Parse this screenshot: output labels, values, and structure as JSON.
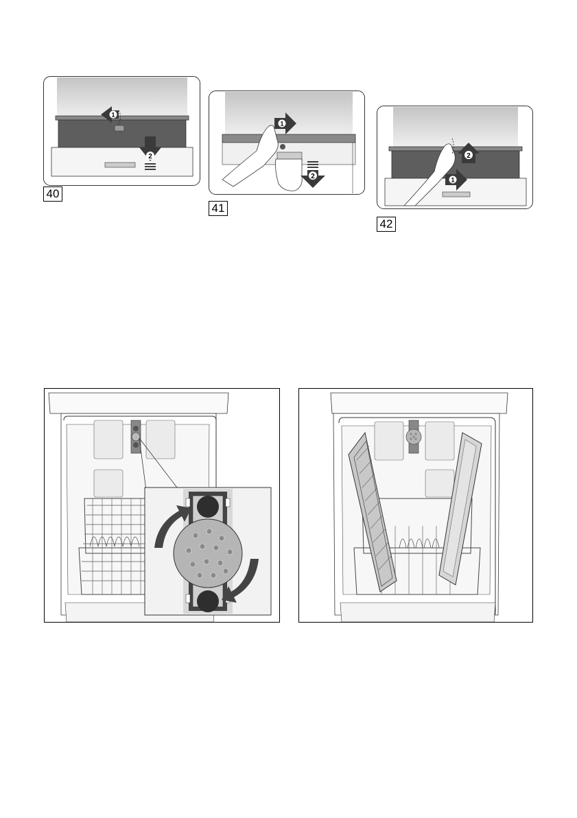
{
  "figures": [
    {
      "number": "40"
    },
    {
      "number": "41"
    },
    {
      "number": "42"
    }
  ],
  "step_markers": [
    "1",
    "2"
  ],
  "icons": {
    "step_marker": "numbered-arrow-icon",
    "hand": "hand-icon",
    "rotate": "rotate-arrow-icon"
  },
  "colors": {
    "panel_stroke": "#333333",
    "lid_gradient_top": "#c9c9c9",
    "lid_gradient_bottom": "#f2f2f2",
    "basket_dark": "#5e5e5e",
    "marker_fill": "#3a3a3a"
  }
}
